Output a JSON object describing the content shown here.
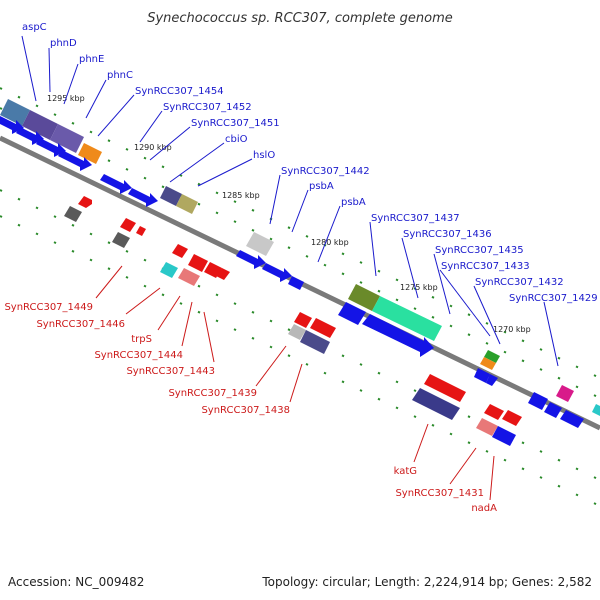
{
  "title": "Synechococcus sp. RCC307, complete genome",
  "footer": {
    "accession": "Accession: NC_009482",
    "summary": "Topology: circular; Length: 2,224,914 bp; Genes: 2,582"
  },
  "kbp_ticks": [
    "1295 kbp",
    "1290 kbp",
    "1285 kbp",
    "1280 kbp",
    "1275 kbp",
    "1270 kbp"
  ],
  "top_labels": [
    "aspC",
    "phnD",
    "phnE",
    "phnC",
    "SynRCC307_1454",
    "SynRCC307_1452",
    "SynRCC307_1451",
    "cbiO",
    "hslO",
    "SynRCC307_1442",
    "psbA",
    "psbA",
    "SynRCC307_1437",
    "SynRCC307_1436",
    "SynRCC307_1435",
    "SynRCC307_1433",
    "SynRCC307_1432",
    "SynRCC307_1429"
  ],
  "bottom_labels": [
    "SynRCC307_1449",
    "SynRCC307_1446",
    "trpS",
    "SynRCC307_1444",
    "SynRCC307_1443",
    "SynRCC307_1439",
    "SynRCC307_1438",
    "katG",
    "SynRCC307_1431",
    "nadA"
  ],
  "colors": {
    "backbone": "#7a7a7a",
    "forward_gene": "#1414e6",
    "reverse_gene": "#e61414",
    "top_label": "#1a1acc",
    "bottom_label": "#cc1a1a",
    "tick_dots": "#2a8a2a"
  }
}
